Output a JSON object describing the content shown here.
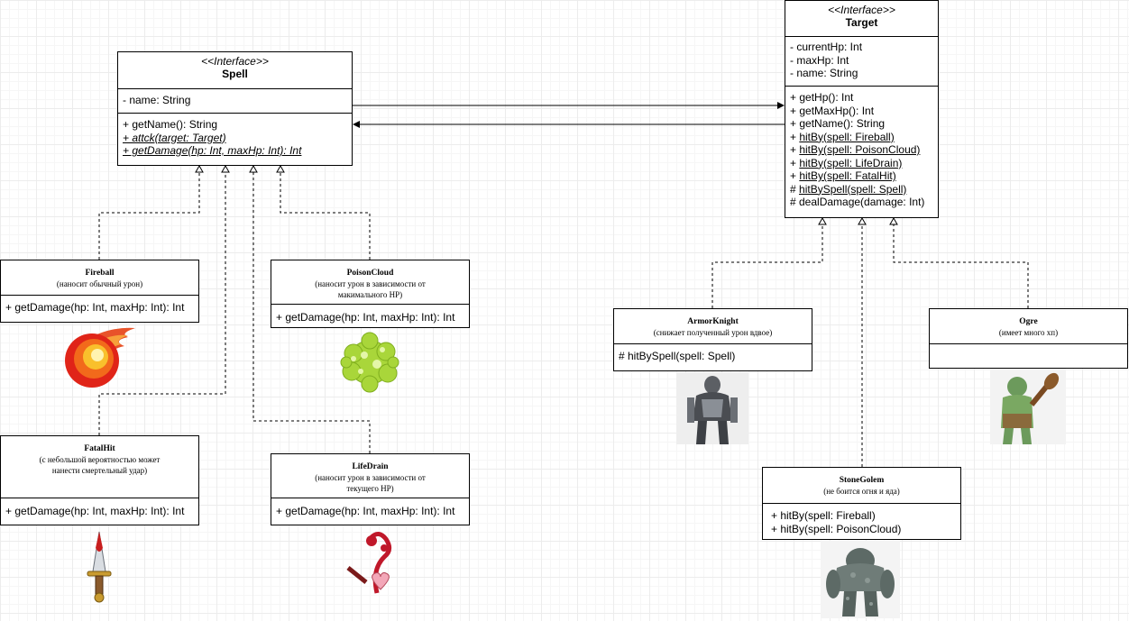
{
  "spell": {
    "stereotype": "<<Interface>>",
    "name": "Spell",
    "attributes": [
      "- name: String"
    ],
    "methods": [
      "+ getName(): String",
      "+ attck(target: Target)",
      "+ getDamage(hp: Int, maxHp: Int): Int"
    ]
  },
  "target": {
    "stereotype": "<<Interface>>",
    "name": "Target",
    "attributes": [
      "- currentHp: Int",
      "- maxHp: Int",
      "- name: String"
    ],
    "methods": [
      "+ getHp(): Int",
      "+ getMaxHp(): Int",
      "+ getName(): String",
      "hitBy(spell: Fireball)",
      "hitBy(spell: PoisonCloud)",
      "hitBy(spell: LifeDrain)",
      "hitBy(spell: FatalHit)",
      "hitBySpell(spell: Spell)",
      "# dealDamage(damage: Int)"
    ],
    "plus": "+ ",
    "hash": "# "
  },
  "fireball": {
    "name": "Fireball",
    "desc": "(наносит обычный урон)",
    "method": "+ getDamage(hp: Int, maxHp: Int): Int"
  },
  "poison": {
    "name": "PoisonCloud",
    "desc": "(наносит урон в зависимости от макимального HP)",
    "method": "+ getDamage(hp: Int, maxHp: Int): Int"
  },
  "fatal": {
    "name": "FatalHit",
    "desc": "(с небольшой вероятностью может нанести смертельный удар)",
    "method": "+ getDamage(hp: Int, maxHp: Int): Int"
  },
  "drain": {
    "name": "LifeDrain",
    "desc": "(наносит урон в зависимости от текущего HP)",
    "method": "+ getDamage(hp: Int, maxHp: Int): Int"
  },
  "knight": {
    "name": "ArmorKnight",
    "desc": "(снижает полученный урон вдвое)",
    "method": "# hitBySpell(spell: Spell)"
  },
  "ogre": {
    "name": "Ogre",
    "desc": "(имеет много хп)"
  },
  "golem": {
    "name": "StoneGolem",
    "desc": "(не боится огня и яда)",
    "methods": [
      "+ hitBy(spell: Fireball)",
      "+ hitBy(spell: PoisonCloud)"
    ]
  },
  "icons": [
    "fireball-icon",
    "poison-cloud-icon",
    "dagger-icon",
    "life-drain-icon",
    "knight-icon",
    "ogre-icon",
    "golem-icon"
  ]
}
